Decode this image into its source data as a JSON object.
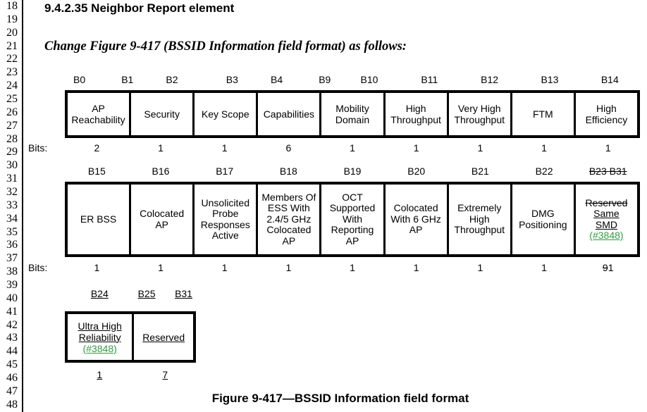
{
  "gutter": {
    "lines": [
      "18",
      "19",
      "20",
      "21",
      "22",
      "23",
      "24",
      "25",
      "26",
      "27",
      "28",
      "29",
      "30",
      "31",
      "32",
      "33",
      "34",
      "35",
      "36",
      "37",
      "38",
      "39",
      "40",
      "41",
      "42",
      "43",
      "44",
      "45",
      "46",
      "47",
      "48"
    ]
  },
  "heading": {
    "text": "9.4.2.35 Neighbor Report element"
  },
  "instruction": {
    "text": "Change Figure 9-417 (BSSID Information field format) as follows:"
  },
  "caption": {
    "text": "Figure 9-417—BSSID Information field format"
  },
  "colors": {
    "insert_green": "#2e9e44"
  },
  "figure": {
    "bits_label": "Bits:",
    "row1": {
      "cols": [
        {
          "labels": [
            "B0",
            "B1"
          ],
          "field": "AP Reachability",
          "bits": "2"
        },
        {
          "labels": [
            "B2"
          ],
          "field": "Security",
          "bits": "1"
        },
        {
          "labels": [
            "B3"
          ],
          "field": "Key Scope",
          "bits": "1"
        },
        {
          "labels": [
            "B4",
            "B9"
          ],
          "field": "Capabilities",
          "bits": "6"
        },
        {
          "labels": [
            "B10"
          ],
          "field": "Mobility Domain",
          "bits": "1"
        },
        {
          "labels": [
            "B11"
          ],
          "field": "High Throughput",
          "bits": "1"
        },
        {
          "labels": [
            "B12"
          ],
          "field": "Very High Throughput",
          "bits": "1"
        },
        {
          "labels": [
            "B13"
          ],
          "field": "FTM",
          "bits": "1"
        },
        {
          "labels": [
            "B14"
          ],
          "field": "High Efficiency",
          "bits": "1"
        }
      ]
    },
    "row2": {
      "cols": [
        {
          "labels": [
            "B15"
          ],
          "field": "ER BSS",
          "bits": "1"
        },
        {
          "labels": [
            "B16"
          ],
          "field": "Colocated AP",
          "bits": "1"
        },
        {
          "labels": [
            "B17"
          ],
          "field": "Unsolicited Probe Responses Active",
          "bits": "1"
        },
        {
          "labels": [
            "B18"
          ],
          "field": "Members Of ESS With 2.4/5 GHz Colocated AP",
          "bits": "1"
        },
        {
          "labels": [
            "B19"
          ],
          "field": "OCT Supported With Reporting AP",
          "bits": "1"
        },
        {
          "labels": [
            "B20"
          ],
          "field": "Colocated With 6 GHz AP",
          "bits": "1"
        },
        {
          "labels": [
            "B21"
          ],
          "field": "Extremely High Throughput",
          "bits": "1"
        },
        {
          "labels": [
            "B22"
          ],
          "field": "DMG Positioning",
          "bits": "1"
        }
      ],
      "col9": {
        "label_deleted": "B23 B31",
        "field_deleted": "Reserved",
        "field_inserted": [
          "Same",
          "SMD"
        ],
        "ref": "(#3848)",
        "bits_deleted": "9",
        "bits_inserted": "1"
      }
    },
    "row3": {
      "labels": [
        "B24",
        "B25",
        "B31"
      ],
      "cols": [
        {
          "field": "Ultra High Reliability",
          "ref": "(#3848)",
          "bits": "1"
        },
        {
          "field": "Reserved",
          "bits": "7"
        }
      ]
    }
  }
}
